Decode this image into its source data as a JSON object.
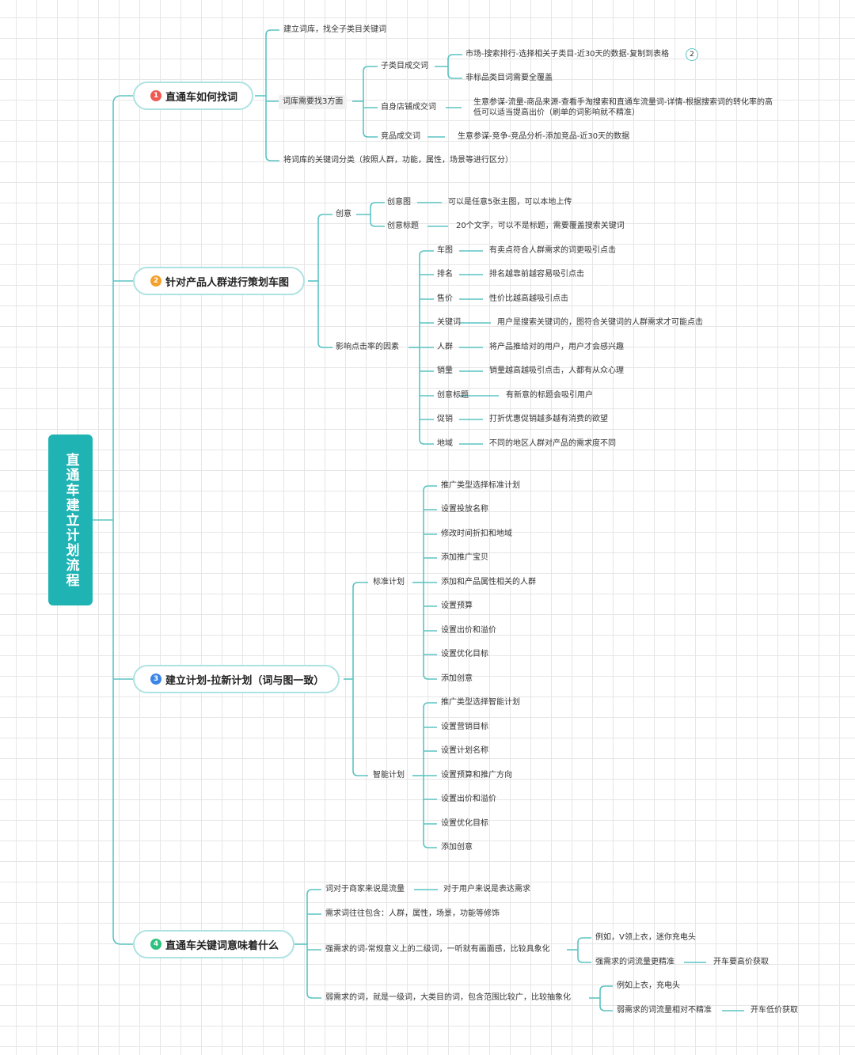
{
  "root": {
    "title": "直通车建立计划流程"
  },
  "branches": [
    {
      "num": "1",
      "title": "直通车如何找词"
    },
    {
      "num": "2",
      "title": "针对产品人群进行策划车图"
    },
    {
      "num": "3",
      "title": "建立计划-拉新计划（词与图一致）"
    },
    {
      "num": "4",
      "title": "直通车关键词意味着什么"
    }
  ],
  "b1": {
    "n1": "建立词库，找全子类目关键词",
    "n2": "词库需要找3方面",
    "n2a": "子类目成交词",
    "n2a1": "市场-搜索排行-选择相关子类目-近30天的数据-复制到表格",
    "n2a1_badge": "2",
    "n2a2": "非标品类目词需要全覆盖",
    "n2b": "自身店铺成交词",
    "n2b1": "生意参谋-流量-商品来源-查看手淘搜索和直通车流量词-详情-根据搜索词的转化率的高低可以适当提高出价（刷单的词影响就不精准）",
    "n2c": "竞品成交词",
    "n2c1": "生意参谋-竞争-竞品分析-添加竞品-近30天的数据",
    "n3": "将词库的关键词分类（按照人群，功能，属性，场景等进行区分）"
  },
  "b2": {
    "c1": "创意",
    "c1a": "创意图",
    "c1a1": "可以是任意5张主图，可以本地上传",
    "c1b": "创意标题",
    "c1b1": "20个文字，可以不是标题，需要覆盖搜索关键词",
    "c2": "影响点击率的因素",
    "factors": [
      {
        "k": "车图",
        "v": "有卖点符合人群需求的词更吸引点击"
      },
      {
        "k": "排名",
        "v": "排名越靠前越容易吸引点击"
      },
      {
        "k": "售价",
        "v": "性价比越高越吸引点击"
      },
      {
        "k": "关键词",
        "v": "用户是搜索关键词的，图符合关键词的人群需求才可能点击"
      },
      {
        "k": "人群",
        "v": "将产品推给对的用户，用户才会感兴趣"
      },
      {
        "k": "销量",
        "v": "销量越高越吸引点击，人都有从众心理"
      },
      {
        "k": "创意标题",
        "v": "有新意的标题会吸引用户"
      },
      {
        "k": "促销",
        "v": "打折优惠促销越多越有消费的欲望"
      },
      {
        "k": "地域",
        "v": "不同的地区人群对产品的需求度不同"
      }
    ]
  },
  "b3": {
    "std": "标准计划",
    "std_items": [
      "推广类型选择标准计划",
      "设置投放名称",
      "修改时间折扣和地域",
      "添加推广宝贝",
      "添加和产品属性相关的人群",
      "设置预算",
      "设置出价和溢价",
      "设置优化目标",
      "添加创意"
    ],
    "smart": "智能计划",
    "smart_items": [
      "推广类型选择智能计划",
      "设置营销目标",
      "设置计划名称",
      "设置预算和推广方向",
      "设置出价和溢价",
      "设置优化目标",
      "添加创意"
    ]
  },
  "b4": {
    "n1": "词对于商家来说是流量",
    "n1a": "对于用户来说是表达需求",
    "n2": "需求词往往包含：人群，属性，场景，功能等修饰",
    "n3": "强需求的词-常规意义上的二级词，一听就有画面感，比较具象化",
    "n3a": "例如，V领上衣，迷你充电头",
    "n3b": "强需求的词流量更精准",
    "n3b1": "开车要高价获取",
    "n4": "弱需求的词，就是一级词，大类目的词，包含范围比较广，比较抽象化",
    "n4a": "例如上衣，充电头",
    "n4b": "弱需求的词流量相对不精准",
    "n4b1": "开车低价获取"
  }
}
